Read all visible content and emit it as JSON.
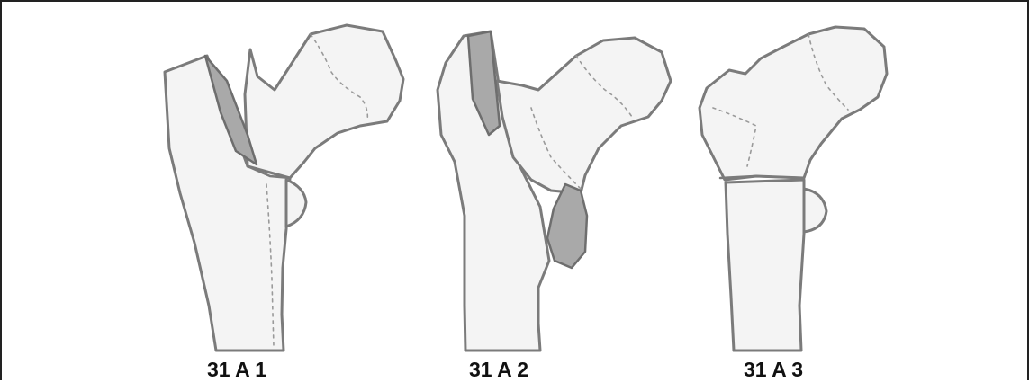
{
  "figure": {
    "labels": [
      {
        "text": "31 A 1"
      },
      {
        "text": "31 A 2"
      },
      {
        "text": "31 A 3"
      }
    ],
    "colors": {
      "outline": "#7b7b7b",
      "fragment": "#a9a9a9",
      "bone_fill": "#f4f4f4",
      "frame": "#222222"
    }
  }
}
